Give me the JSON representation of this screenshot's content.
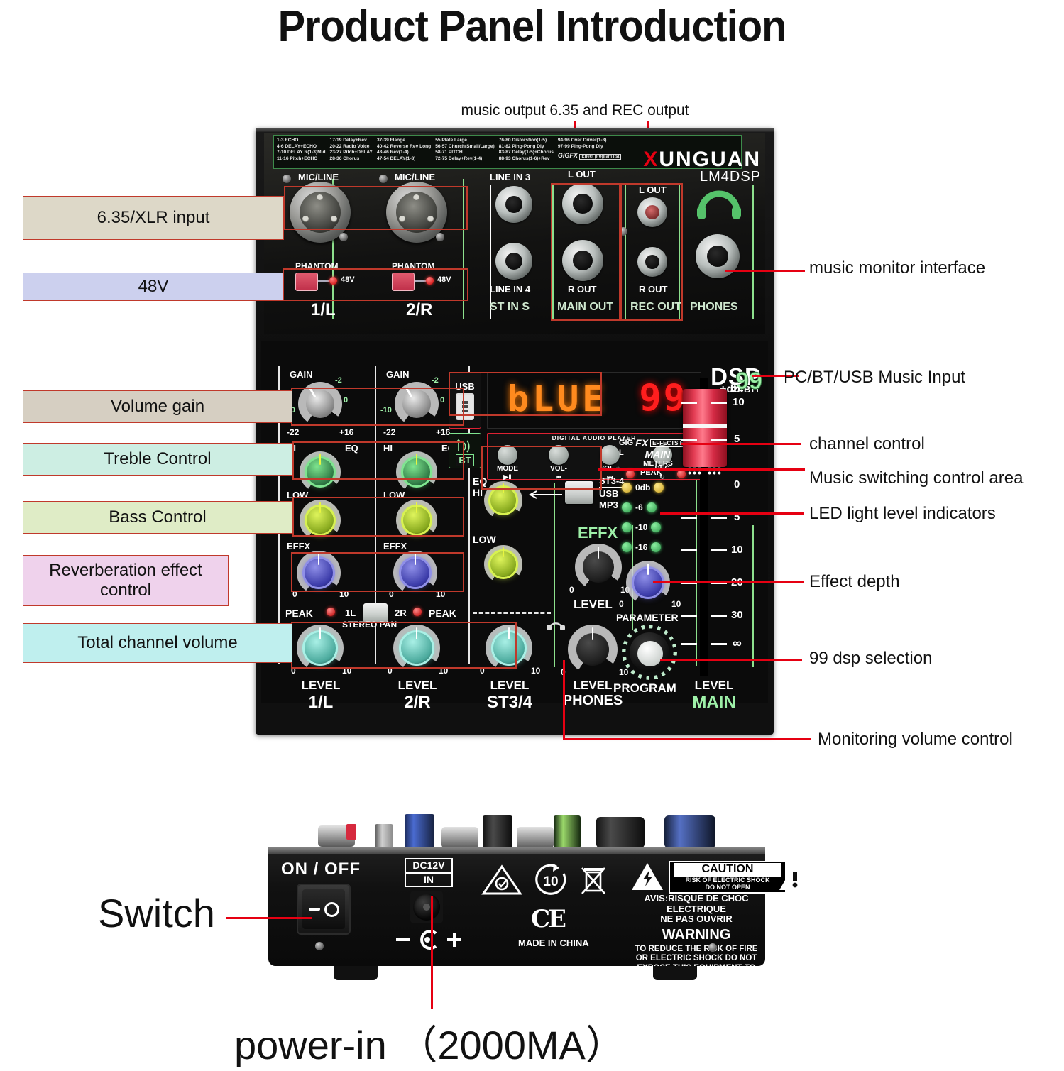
{
  "title": "Product Panel Introduction",
  "top_annotation": "music output 6.35 and REC output",
  "brand": {
    "name_left": "X",
    "name_right": "UNGUAN",
    "model": "LM4DSP"
  },
  "effect_list": {
    "col1": [
      "1-3 ECHO",
      "4-6 DELAY+ECHO",
      "7-10 DELAY R(1-3)Mid",
      "11-16 Pitch+ECHO"
    ],
    "col2": [
      "17-19 Delay+Rev",
      "20-22 Radio Voice",
      "23-27 Pitch+DELAY",
      "28-36 Chorus"
    ],
    "col3": [
      "37-39 Flange",
      "40-42 Reverse Rev Long",
      "43-46 Rev(1-4)",
      "47-54 DELAY(1-8)"
    ],
    "col4": [
      "55 Plate Large",
      "56-57 Church(Small/Large)",
      "58-71 PITCH",
      "72-75 Delay+Rev(1-4)"
    ],
    "col5": [
      "76-80 Distorstion(1-5)",
      "81-82 Ping-Pong Dly",
      "83-87 Delay(1-5)+Chorus",
      "88-93 Chorus(1-6)+Rev"
    ],
    "col6": [
      "94-96 Over Driver(1-3)",
      "97-99 Ping-Pong Dly"
    ],
    "gig": "GIG",
    "fx": "FX",
    "badge": "Effect program list"
  },
  "connectors": {
    "mic_line_1": "MIC/LINE",
    "mic_line_2": "MIC/LINE",
    "line_in_3": "LINE IN 3",
    "line_in_4": "LINE IN 4",
    "st_in_s": "ST IN S",
    "main_l": "L OUT",
    "main_r": "R OUT",
    "main_out": "MAIN OUT",
    "rec_l": "L OUT",
    "rec_r": "R OUT",
    "rec_out": "REC OUT",
    "phones": "PHONES"
  },
  "phantom": {
    "label1": "PHANTOM",
    "label2": "PHANTOM",
    "volt1": "48V",
    "volt2": "48V",
    "ch1": "1/L",
    "ch2": "2/R"
  },
  "channel_strip": {
    "gain_title": "GAIN",
    "gain_marks": {
      "minus10": "-10",
      "minus2": "-2",
      "zero": "0",
      "min": "-22",
      "max": "+16"
    },
    "hi_title": "HI",
    "eq_title": "EQ",
    "low_title": "LOW",
    "effx_title": "EFFX",
    "effx_min": "0",
    "effx_max": "10",
    "eq_minus": "–",
    "eq_plus": "+",
    "peak_left": "PEAK",
    "peak_right": "PEAK",
    "pan_left": "1L",
    "pan_right": "2R",
    "stereo_pan": "STEREO PAN",
    "level_min": "0",
    "level_max": "10",
    "level_label": "LEVEL",
    "ch1": "1/L",
    "ch2": "2/R",
    "ch34": "ST3/4"
  },
  "center": {
    "usb": "USB",
    "bt": "BT",
    "display_left": "bLUE",
    "display_right": "99",
    "dap_header": "DIGITAL AUDIO PLAYER",
    "dap_buttons": [
      {
        "top": "MODE",
        "bottom": "▶‖"
      },
      {
        "top": "VOL-",
        "bottom": "⏮"
      },
      {
        "top": "VOL +",
        "bottom": "⏭"
      },
      {
        "top": "REC",
        "bottom": "↻"
      }
    ],
    "eq_hi": "EQ",
    "eq_hi2": "HI",
    "low": "LOW",
    "source_btn": [
      "ST3-4",
      "USB",
      "MP3"
    ],
    "effx": "EFFX",
    "effx_level": "LEVEL",
    "phones_level": "LEVEL",
    "phones": "PHONES",
    "min": "0",
    "max": "10"
  },
  "right_section": {
    "dsp_main": "DSP",
    "dsp_bits": "24BIT",
    "dsp_num": "99",
    "gig": "GIG",
    "fx": "FX",
    "engine": "EFFECTS ENGINE",
    "meters_l": "L",
    "meters_r": "R",
    "main": "MAIN",
    "meters": "METERS",
    "peak": "PEAK",
    "leds": [
      "0db",
      "-6",
      "-10",
      "-16"
    ],
    "parameter": "PARAMETER",
    "param_min": "0",
    "param_max": "10",
    "program": "PROGRAM",
    "fader_plus_db": "+db",
    "fader_scale": [
      "10",
      "5",
      "0",
      "5",
      "10",
      "20",
      "30",
      "∞"
    ],
    "level": "LEVEL",
    "main_label": "MAIN"
  },
  "callouts_left": [
    {
      "text": "6.35/XLR input",
      "color": "#ddd8c8"
    },
    {
      "text": "48V",
      "color": "#ccd0ee"
    },
    {
      "text": "Volume gain",
      "color": "#d6cfc2"
    },
    {
      "text": "Treble Control",
      "color": "#cdeee3"
    },
    {
      "text": "Bass Control",
      "color": "#dfecc6"
    },
    {
      "text": "Reverberation effect control",
      "color": "#efd2ec"
    },
    {
      "text": "Total channel volume",
      "color": "#bfefee"
    }
  ],
  "callouts_right": [
    "music monitor interface",
    "PC/BT/USB Music Input",
    "channel control",
    "Music switching control area",
    "LED light level indicators",
    "Effect depth",
    "99 dsp selection",
    "Monitoring volume control"
  ],
  "rear": {
    "on_off": "ON / OFF",
    "dc_line1": "DC12V",
    "dc_line2": "IN",
    "polarity": "– Ⓒ +",
    "made_in": "MADE IN CHINA",
    "ce": "CE",
    "rohs": "10",
    "caution_head": "CAUTION",
    "caution_sub1": "RISK OF ELECTRIC SHOCK",
    "caution_sub2": "DO NOT OPEN",
    "avis1": "AVIS:RISQUE DE CHOC ELECTRIQUE",
    "avis2": "NE PAS OUVRIR",
    "warning": "WARNING",
    "warn_body": "TO REDUCE THE RISK OF FIRE\nOR ELECTRIC SHOCK DO NOT\nEXPOSE THIS EQUIPMENT TO\nRAIN OR MOISTURE.",
    "switch_label": "Switch",
    "power_label": "power-in （2000MA）"
  }
}
